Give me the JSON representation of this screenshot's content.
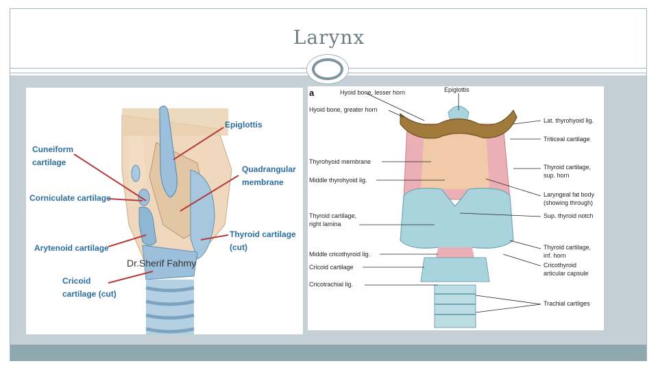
{
  "slide": {
    "title": "Larynx"
  },
  "left_figure": {
    "labels": {
      "epiglottis": "Epiglottis",
      "cuneiform_1": "Cuneiform",
      "cuneiform_2": "cartilage",
      "quadrangular_1": "Quadrangular",
      "quadrangular_2": "membrane",
      "corniculate": "Corniculate cartilage",
      "thyroid_cut_1": "Thyroid cartilage",
      "thyroid_cut_2": "(cut)",
      "arytenoid": "Arytenoid cartilage",
      "cricoid_1": "Cricoid",
      "cricoid_2": "cartilage (cut)"
    },
    "watermark": "Dr.Sherif Fahmy",
    "colors": {
      "label": "#2c6da0",
      "arrow": "#b23a3a",
      "cartilage": "#8fb6d2",
      "membrane": "#e8cfb2"
    }
  },
  "right_figure": {
    "panel_letter": "a",
    "left_labels": {
      "hyoid_lesser": "Hyoid bone, lesser horn",
      "hyoid_greater": "Hyoid bone, greater horn",
      "thyrohyoid_membrane": "Thyrohyoid membrane",
      "middle_thyrohyoid": "Middle thyrohyoid lig.",
      "thyroid_lamina_1": "Thyroid cartilage,",
      "thyroid_lamina_2": "right lamina",
      "middle_cricothyroid": "Middle cricothyroid lig.",
      "cricoid_cartilage": "Cricoid cartilage",
      "cricotracheal": "Cricotrachial lig."
    },
    "right_labels": {
      "epiglottis": "Epiglottis",
      "lat_thyrohyoid": "Lat. thyrohyoid lig.",
      "triticeal": "Triticeal cartilage",
      "thyroid_sup_1": "Thyroid cartilage,",
      "thyroid_sup_2": "sup. horn",
      "fat_body_1": "Laryngeal fat body",
      "fat_body_2": "(showing through)",
      "sup_notch": "Sup. thyroid notch",
      "thyroid_inf_1": "Thyroid cartilage,",
      "thyroid_inf_2": "inf. horn",
      "capsule_1": "Cricothyroid",
      "capsule_2": "articular capsule",
      "tracheal": "Trachial cartliges"
    },
    "colors": {
      "hyoid": "#a07a3a",
      "cartilage": "#a9d4de",
      "membrane": "#e7a9b0",
      "trachea": "#bcdde3"
    }
  }
}
